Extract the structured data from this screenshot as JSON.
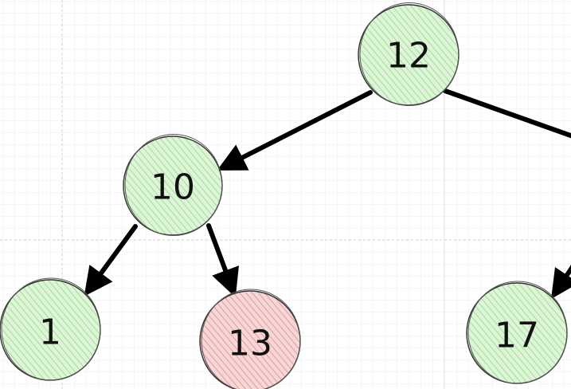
{
  "colors": {
    "node_green_fill": "#dff5d8",
    "node_green_hatch": "#8fd989",
    "node_red_fill": "#f6d8d8",
    "node_red_hatch": "#e08a8a",
    "edge": "#000000",
    "grid_minor": "#ececec",
    "grid_major": "#cfcfcf"
  },
  "nodes": [
    {
      "id": "n12",
      "label": "12",
      "status": "green"
    },
    {
      "id": "n10",
      "label": "10",
      "status": "green"
    },
    {
      "id": "n1",
      "label": "1",
      "status": "green"
    },
    {
      "id": "n13",
      "label": "13",
      "status": "red"
    },
    {
      "id": "n17",
      "label": "17",
      "status": "green"
    }
  ],
  "edges": [
    {
      "from": "n12",
      "to": "n10"
    },
    {
      "from": "n12",
      "to": "offscreen-right"
    },
    {
      "from": "n10",
      "to": "n1"
    },
    {
      "from": "n10",
      "to": "n13"
    },
    {
      "from": "offscreen-right",
      "to": "n17"
    }
  ]
}
